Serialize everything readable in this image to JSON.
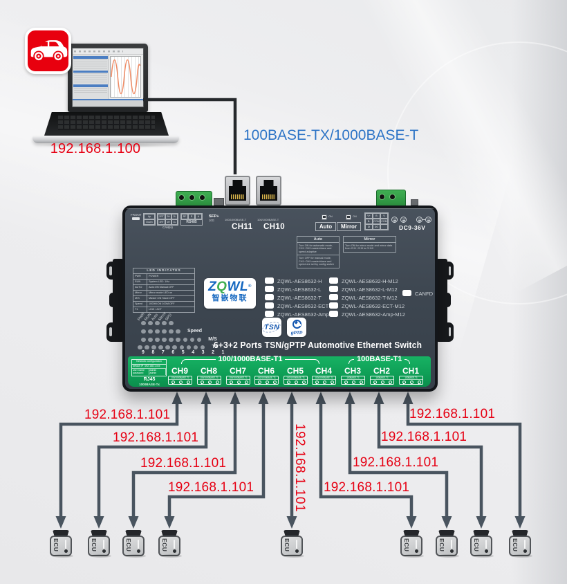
{
  "colors": {
    "accent_red": "#e60013",
    "uplink_blue": "#2d74c6",
    "panel_green": "#10a158",
    "device_gray": "#3d4650"
  },
  "laptop": {
    "ip": "192.168.1.100"
  },
  "uplink_label": "100BASE-TX/1000BASE-T",
  "switch": {
    "top": {
      "front": "FRONT",
      "up": "Up",
      "down": "Down",
      "can_r1": [
        "2RT",
        "2H",
        "2L"
      ],
      "can_r2": [
        "1RT",
        "1H",
        "1L"
      ],
      "can_label": "CAN(H)",
      "rs485_pins": [
        "RF",
        "R",
        "A"
      ],
      "rs485": "RS485",
      "sfp": "SFP+",
      "sfp_speed": "10G",
      "port_type": "100/1000BASE-T",
      "ch11": "CH11",
      "ch10": "CH10",
      "auto": "Auto",
      "mirror": "Mirror",
      "on": "ON",
      "pwr_r1": [
        "V+",
        "B",
        "V"
      ],
      "pwr_r2": [
        "B-",
        "COM",
        "COM"
      ],
      "pwr_r3": [
        "DI",
        "DO"
      ],
      "dc": "DC9-36V"
    },
    "auto_box": {
      "title": "Auto",
      "p1": "Turn ON for automatic mode, CH1~CH9 master/slave and speed adaptive",
      "p2": "Turn OFF for manual mode, CH1~CH9 master/slave and speed are set by config switch"
    },
    "mirror_box": {
      "title": "Mirror",
      "p1": "Turn ON for mirror mode and mirror data from CH1~CH9 to CH10"
    },
    "led_table": {
      "title": "LED INDICATES",
      "rows": [
        [
          "PWR",
          "POWER"
        ],
        [
          "RUN",
          "System LED: 1Hz"
        ],
        [
          "AUTO",
          "Auto:ON Manual:OFF"
        ],
        [
          "Mirror",
          "Mirror mode LED on"
        ],
        [
          "M/S",
          "Master:ON Slave:OFF"
        ],
        [
          "Speed",
          "1000M:ON 100M:OFF"
        ],
        [
          "T1",
          "LINK / ACT"
        ]
      ]
    },
    "led_diag": [
      "PWR",
      "RUN",
      "Auto",
      "Mirror",
      "SPD"
    ],
    "led_speed": "Speed",
    "led_ms": "M/S",
    "led_t1": "T1",
    "led_numbers": "9 8 7 6 5 4 3 2 1",
    "logo": {
      "en_z": "Z",
      "en_q": "Q",
      "en_wl": "WL",
      "reg": "®",
      "cn": "智嵌物联"
    },
    "models_col1": [
      "ZQWL-AES8632-H",
      "ZQWL-AES8632-L",
      "ZQWL-AES8632-T",
      "ZQWL-AES8632-ECT",
      "ZQWL-AES8632-Amp"
    ],
    "models_col2": [
      "ZQWL-AES8632-H-M12",
      "ZQWL-AES8632-L-M12",
      "ZQWL-AES8632-T-M12",
      "ZQWL-AES8632-ECT-M12",
      "ZQWL-AES8632-Amp-M12"
    ],
    "canfd": "CANFD",
    "tsn": "TSN",
    "gptp": "gPTP",
    "title": "6+3+2 Ports TSN/gPTP Automotive Ethernet Switch",
    "strip": {
      "net_title": "Network configuration",
      "net_ip": "default IP :192.168.1.xxx",
      "net_user": "user name",
      "net_user_v": "admin",
      "net_pwd": "password",
      "net_pwd_v": "admin",
      "rj45": "RJ45",
      "rj45_sub": "1000BASE-Tx",
      "group1": "100/1000BASE-T1",
      "group2": "100BASE-T1",
      "ports": [
        {
          "label": "CH9",
          "type": "100/1000BASE-T1"
        },
        {
          "label": "CH8",
          "type": "100/1000BASE-T1"
        },
        {
          "label": "CH7",
          "type": "100/1000BASE-T1"
        },
        {
          "label": "CH6",
          "type": "100/1000BASE-T1"
        },
        {
          "label": "CH5",
          "type": "100/1000BASE-T1"
        },
        {
          "label": "CH4",
          "type": "100/1000BASE-T1"
        },
        {
          "label": "CH3",
          "type": "100BASE-T1"
        },
        {
          "label": "CH2",
          "type": "100BASE-T1"
        },
        {
          "label": "CH1",
          "type": "100BASE-T1"
        }
      ]
    }
  },
  "connections": {
    "labels": [
      "192.168.1.101",
      "192.168.1.101",
      "192.168.1.101",
      "192.168.1.101",
      "192.168.1.101",
      "192.168.1.101",
      "192.168.1.101",
      "192.168.1.101",
      "192.168.1.101"
    ]
  },
  "ecu": {
    "label": "ECU"
  }
}
